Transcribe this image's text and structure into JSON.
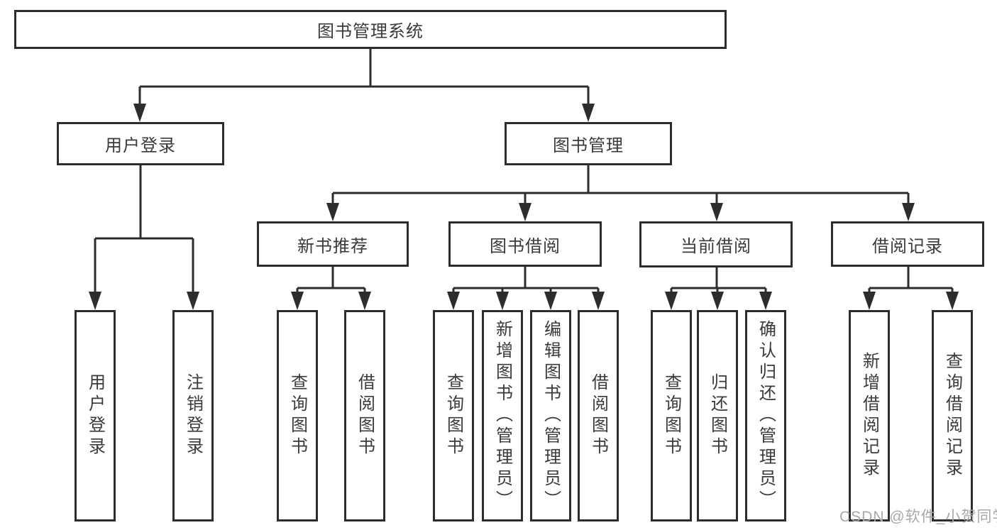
{
  "colors": {
    "line": "#2d2d2d",
    "box_border": "#2d2d2d",
    "text": "#3a3a3a",
    "background": "#ffffff",
    "watermark": "#a9a9a9"
  },
  "tree": {
    "root": "图书管理系统",
    "branches": [
      {
        "label": "用户登录",
        "children": [
          "用户登录",
          "注销登录"
        ]
      },
      {
        "label": "图书管理",
        "groups": [
          {
            "label": "新书推荐",
            "children": [
              "查询图书",
              "借阅图书"
            ]
          },
          {
            "label": "图书借阅",
            "children": [
              "查询图书",
              "新增图书（管理员）",
              "编辑图书（管理员）",
              "借阅图书"
            ]
          },
          {
            "label": "当前借阅",
            "children": [
              "查询图书",
              "归还图书",
              "确认归还（管理员）"
            ]
          },
          {
            "label": "借阅记录",
            "children": [
              "新增借阅记录",
              "查询借阅记录"
            ]
          }
        ]
      }
    ]
  },
  "watermark": {
    "text": "CSDN @软件_小贺同学"
  }
}
